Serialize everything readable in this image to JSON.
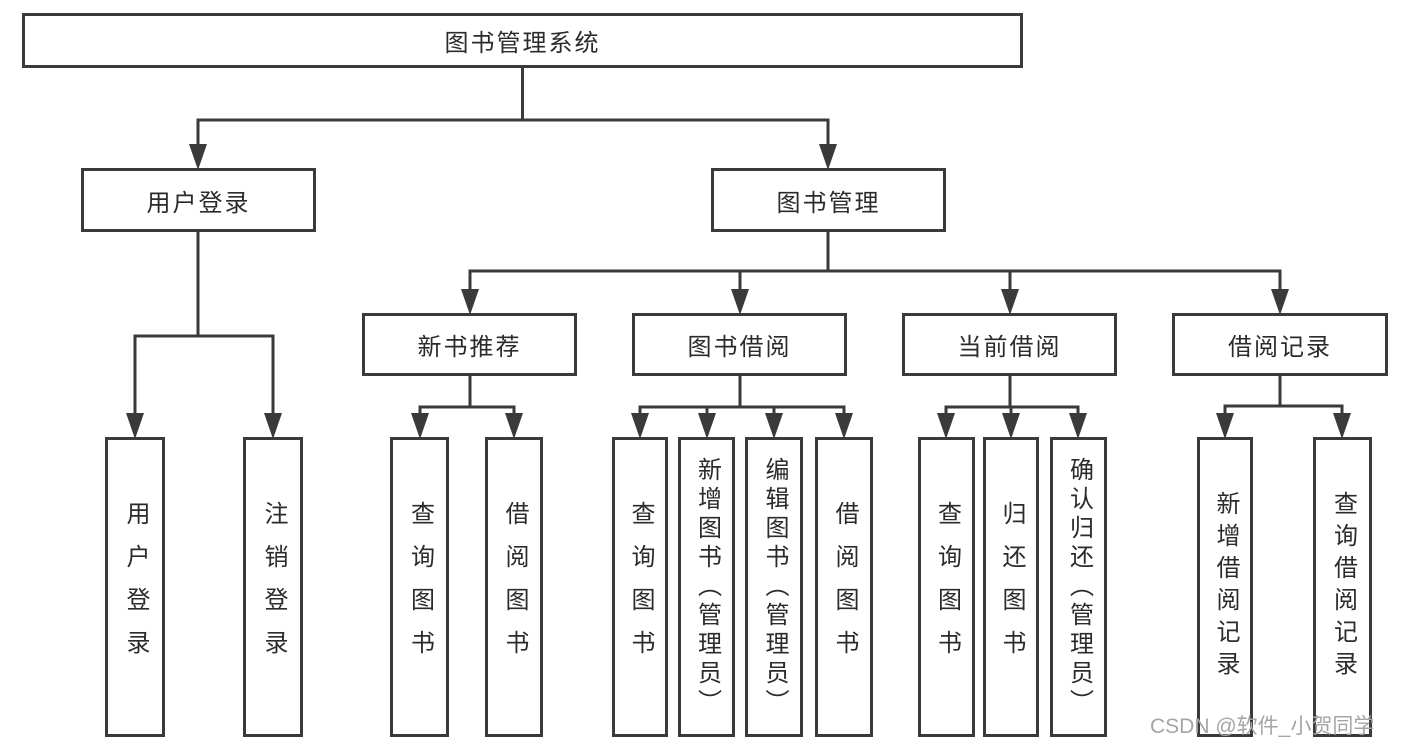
{
  "tree": {
    "root": {
      "label": "图书管理系统"
    },
    "branches": [
      {
        "label": "用户登录",
        "children": [
          {
            "label": "用户登录"
          },
          {
            "label": "注销登录"
          }
        ]
      },
      {
        "label": "图书管理",
        "children": [
          {
            "label": "新书推荐",
            "children": [
              {
                "label": "查询图书"
              },
              {
                "label": "借阅图书"
              }
            ]
          },
          {
            "label": "图书借阅",
            "children": [
              {
                "label": "查询图书"
              },
              {
                "label": "新增图书（管理员）"
              },
              {
                "label": "编辑图书（管理员）"
              },
              {
                "label": "借阅图书"
              }
            ]
          },
          {
            "label": "当前借阅",
            "children": [
              {
                "label": "查询图书"
              },
              {
                "label": "归还图书"
              },
              {
                "label": "确认归还（管理员）"
              }
            ]
          },
          {
            "label": "借阅记录",
            "children": [
              {
                "label": "新增借阅记录"
              },
              {
                "label": "查询借阅记录"
              }
            ]
          }
        ]
      }
    ]
  },
  "watermark": {
    "text": "CSDN @软件_小贺同学"
  },
  "colors": {
    "line": "#3a3a3a",
    "text": "#2b2b2b",
    "box_background": "#ffffff",
    "watermark": "#a5a5a5"
  }
}
